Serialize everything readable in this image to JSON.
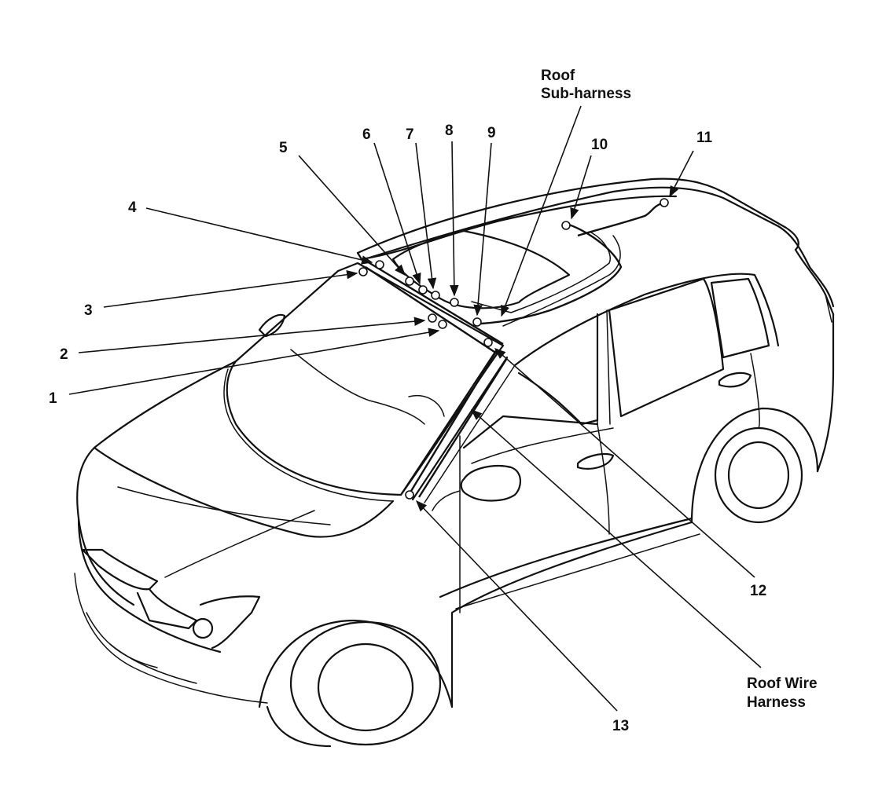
{
  "callouts": {
    "c1": "1",
    "c2": "2",
    "c3": "3",
    "c4": "4",
    "c5": "5",
    "c6": "6",
    "c7": "7",
    "c8": "8",
    "c9": "9",
    "c10": "10",
    "c11": "11",
    "c12": "12",
    "c13": "13"
  },
  "labels": {
    "roof_sub_harness_line1": "Roof",
    "roof_sub_harness_line2": "Sub-harness",
    "roof_wire_harness_line1": "Roof Wire",
    "roof_wire_harness_line2": "Harness"
  },
  "colors": {
    "ink": "#111111",
    "paper": "#ffffff"
  }
}
